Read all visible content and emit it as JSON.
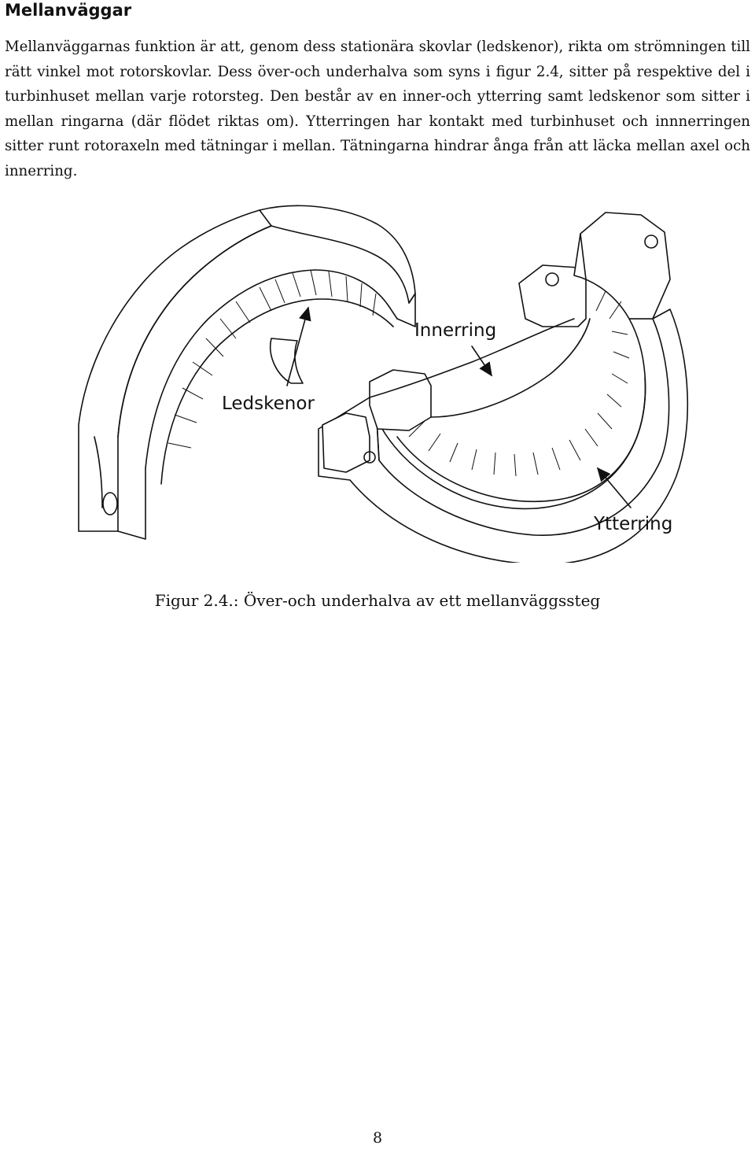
{
  "section": {
    "heading": "Mellanväggar",
    "paragraph": "Mellanväggarnas funktion är att, genom dess stationära skovlar (ledskenor), rikta om strömningen till rätt vinkel mot rotorskovlar. Dess över-och underhalva som syns i figur 2.4, sitter på respektive del i turbinhuset mellan varje rotorsteg. Den består av en inner-och ytterring samt ledskenor som sitter i mellan ringarna (där flödet riktas om). Ytterringen har kontakt med turbinhuset och innnerringen sitter runt rotoraxeln med tätningar i mellan. Tätningarna hindrar ånga från att läcka mellan axel och innerring."
  },
  "figure": {
    "labels": {
      "innerring": "Innerring",
      "ledskenor": "Ledskenor",
      "ytterring": "Ytterring"
    },
    "caption": "Figur 2.4.: Över-och underhalva av ett mellanväggssteg"
  },
  "page": {
    "number": "8"
  }
}
